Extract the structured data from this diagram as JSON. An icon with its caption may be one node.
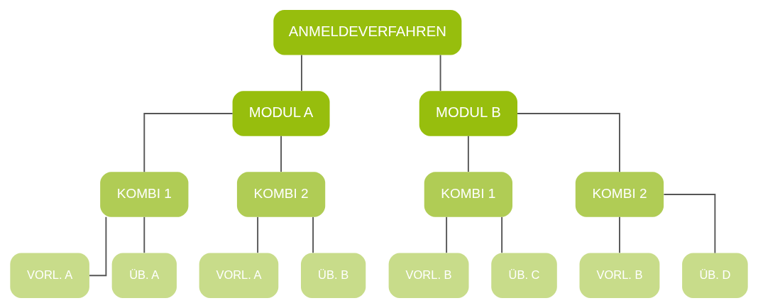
{
  "diagram": {
    "nodes": [
      {
        "text": [
          "ANMELDEVERFAHREN"
        ]
      },
      {
        "text": [
          "MODUL A"
        ]
      },
      {
        "text": [
          "MODUL B"
        ]
      },
      {
        "text": [
          "KOMBI 1"
        ]
      },
      {
        "text": [
          "KOMBI 2"
        ]
      },
      {
        "text": [
          "KOMBI 1"
        ]
      },
      {
        "text": [
          "KOMBI 2"
        ]
      },
      {
        "text": [
          "VORL. A"
        ]
      },
      {
        "text": [
          "ÜB. A"
        ]
      },
      {
        "text": [
          "VORL. A"
        ]
      },
      {
        "text": [
          "ÜB. B"
        ]
      },
      {
        "text": [
          "VORL. B"
        ]
      },
      {
        "text": [
          "ÜB. C"
        ]
      },
      {
        "text": [
          "VORL. B"
        ]
      },
      {
        "text": [
          "ÜB. D"
        ]
      }
    ],
    "edges": [
      {
        "from": 0,
        "to": 1,
        "arrow": "none"
      },
      {
        "from": 0,
        "to": 2,
        "arrow": "none"
      },
      {
        "from": 1,
        "to": 3,
        "arrow": "none"
      },
      {
        "from": 1,
        "to": 4,
        "arrow": "none"
      },
      {
        "from": 2,
        "to": 5,
        "arrow": "none"
      },
      {
        "from": 2,
        "to": 6,
        "arrow": "none"
      },
      {
        "from": 3,
        "to": 7,
        "arrow": "none"
      },
      {
        "from": 3,
        "to": 8,
        "arrow": "none"
      },
      {
        "from": 4,
        "to": 9,
        "arrow": "none"
      },
      {
        "from": 4,
        "to": 10,
        "arrow": "none"
      },
      {
        "from": 5,
        "to": 11,
        "arrow": "none"
      },
      {
        "from": 5,
        "to": 12,
        "arrow": "none"
      },
      {
        "from": 6,
        "to": 13,
        "arrow": "none"
      },
      {
        "from": 6,
        "to": 14,
        "arrow": "none"
      }
    ]
  }
}
